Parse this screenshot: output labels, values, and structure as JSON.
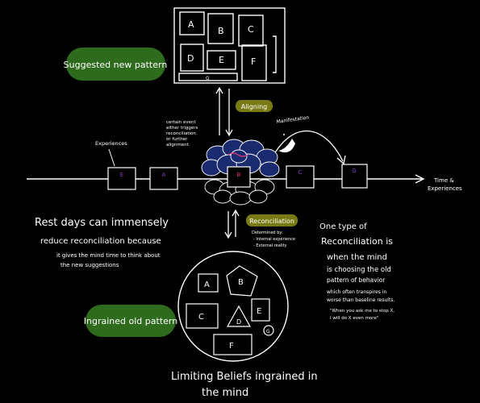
{
  "top_grid": {
    "cells": [
      "A",
      "B",
      "C",
      "D",
      "E",
      "F",
      "G"
    ],
    "side_mark": "("
  },
  "suggested_label": "Suggested new pattern",
  "aligning_label": "Aligning",
  "certain_event_note": [
    "certain event",
    "either triggers",
    "reconciliation",
    "or further",
    "alignment"
  ],
  "manifestation_label": "Manifestation",
  "experiences_label": "Experiences",
  "timeline_boxes": [
    "E",
    "A",
    "B",
    "C",
    "G"
  ],
  "time_axis_label": [
    "Time &",
    "Experiences"
  ],
  "reconciliation_label": "Reconciliation",
  "reconciliation_notes": [
    "Determined by:",
    "- Internal experience",
    "- External reality"
  ],
  "left_text": [
    "Rest days can immensely",
    "reduce reconciliation because",
    "it gives the mind time to think about",
    "the new suggestions"
  ],
  "right_text": [
    "One type of",
    "Reconciliation is",
    "when the mind",
    "is choosing the old",
    "pattern of behavior",
    "which often transpires in",
    "worse than baseline results.",
    "\"When you ask me to stop X,",
    "I will do X even more\""
  ],
  "ingrained_label": "Ingrained old pattern",
  "circle_shapes": [
    "A",
    "B",
    "C",
    "D",
    "E",
    "G",
    "F"
  ],
  "bottom_caption": [
    "Limiting Beliefs ingrained in",
    "the mind"
  ],
  "colors": {
    "green_pill": "#2e6b1d",
    "olive_pill": "#7a7a14",
    "cloud_blue": "#1a2a6e",
    "pink": "#e83a7a",
    "purple": "#8a3cc4"
  }
}
